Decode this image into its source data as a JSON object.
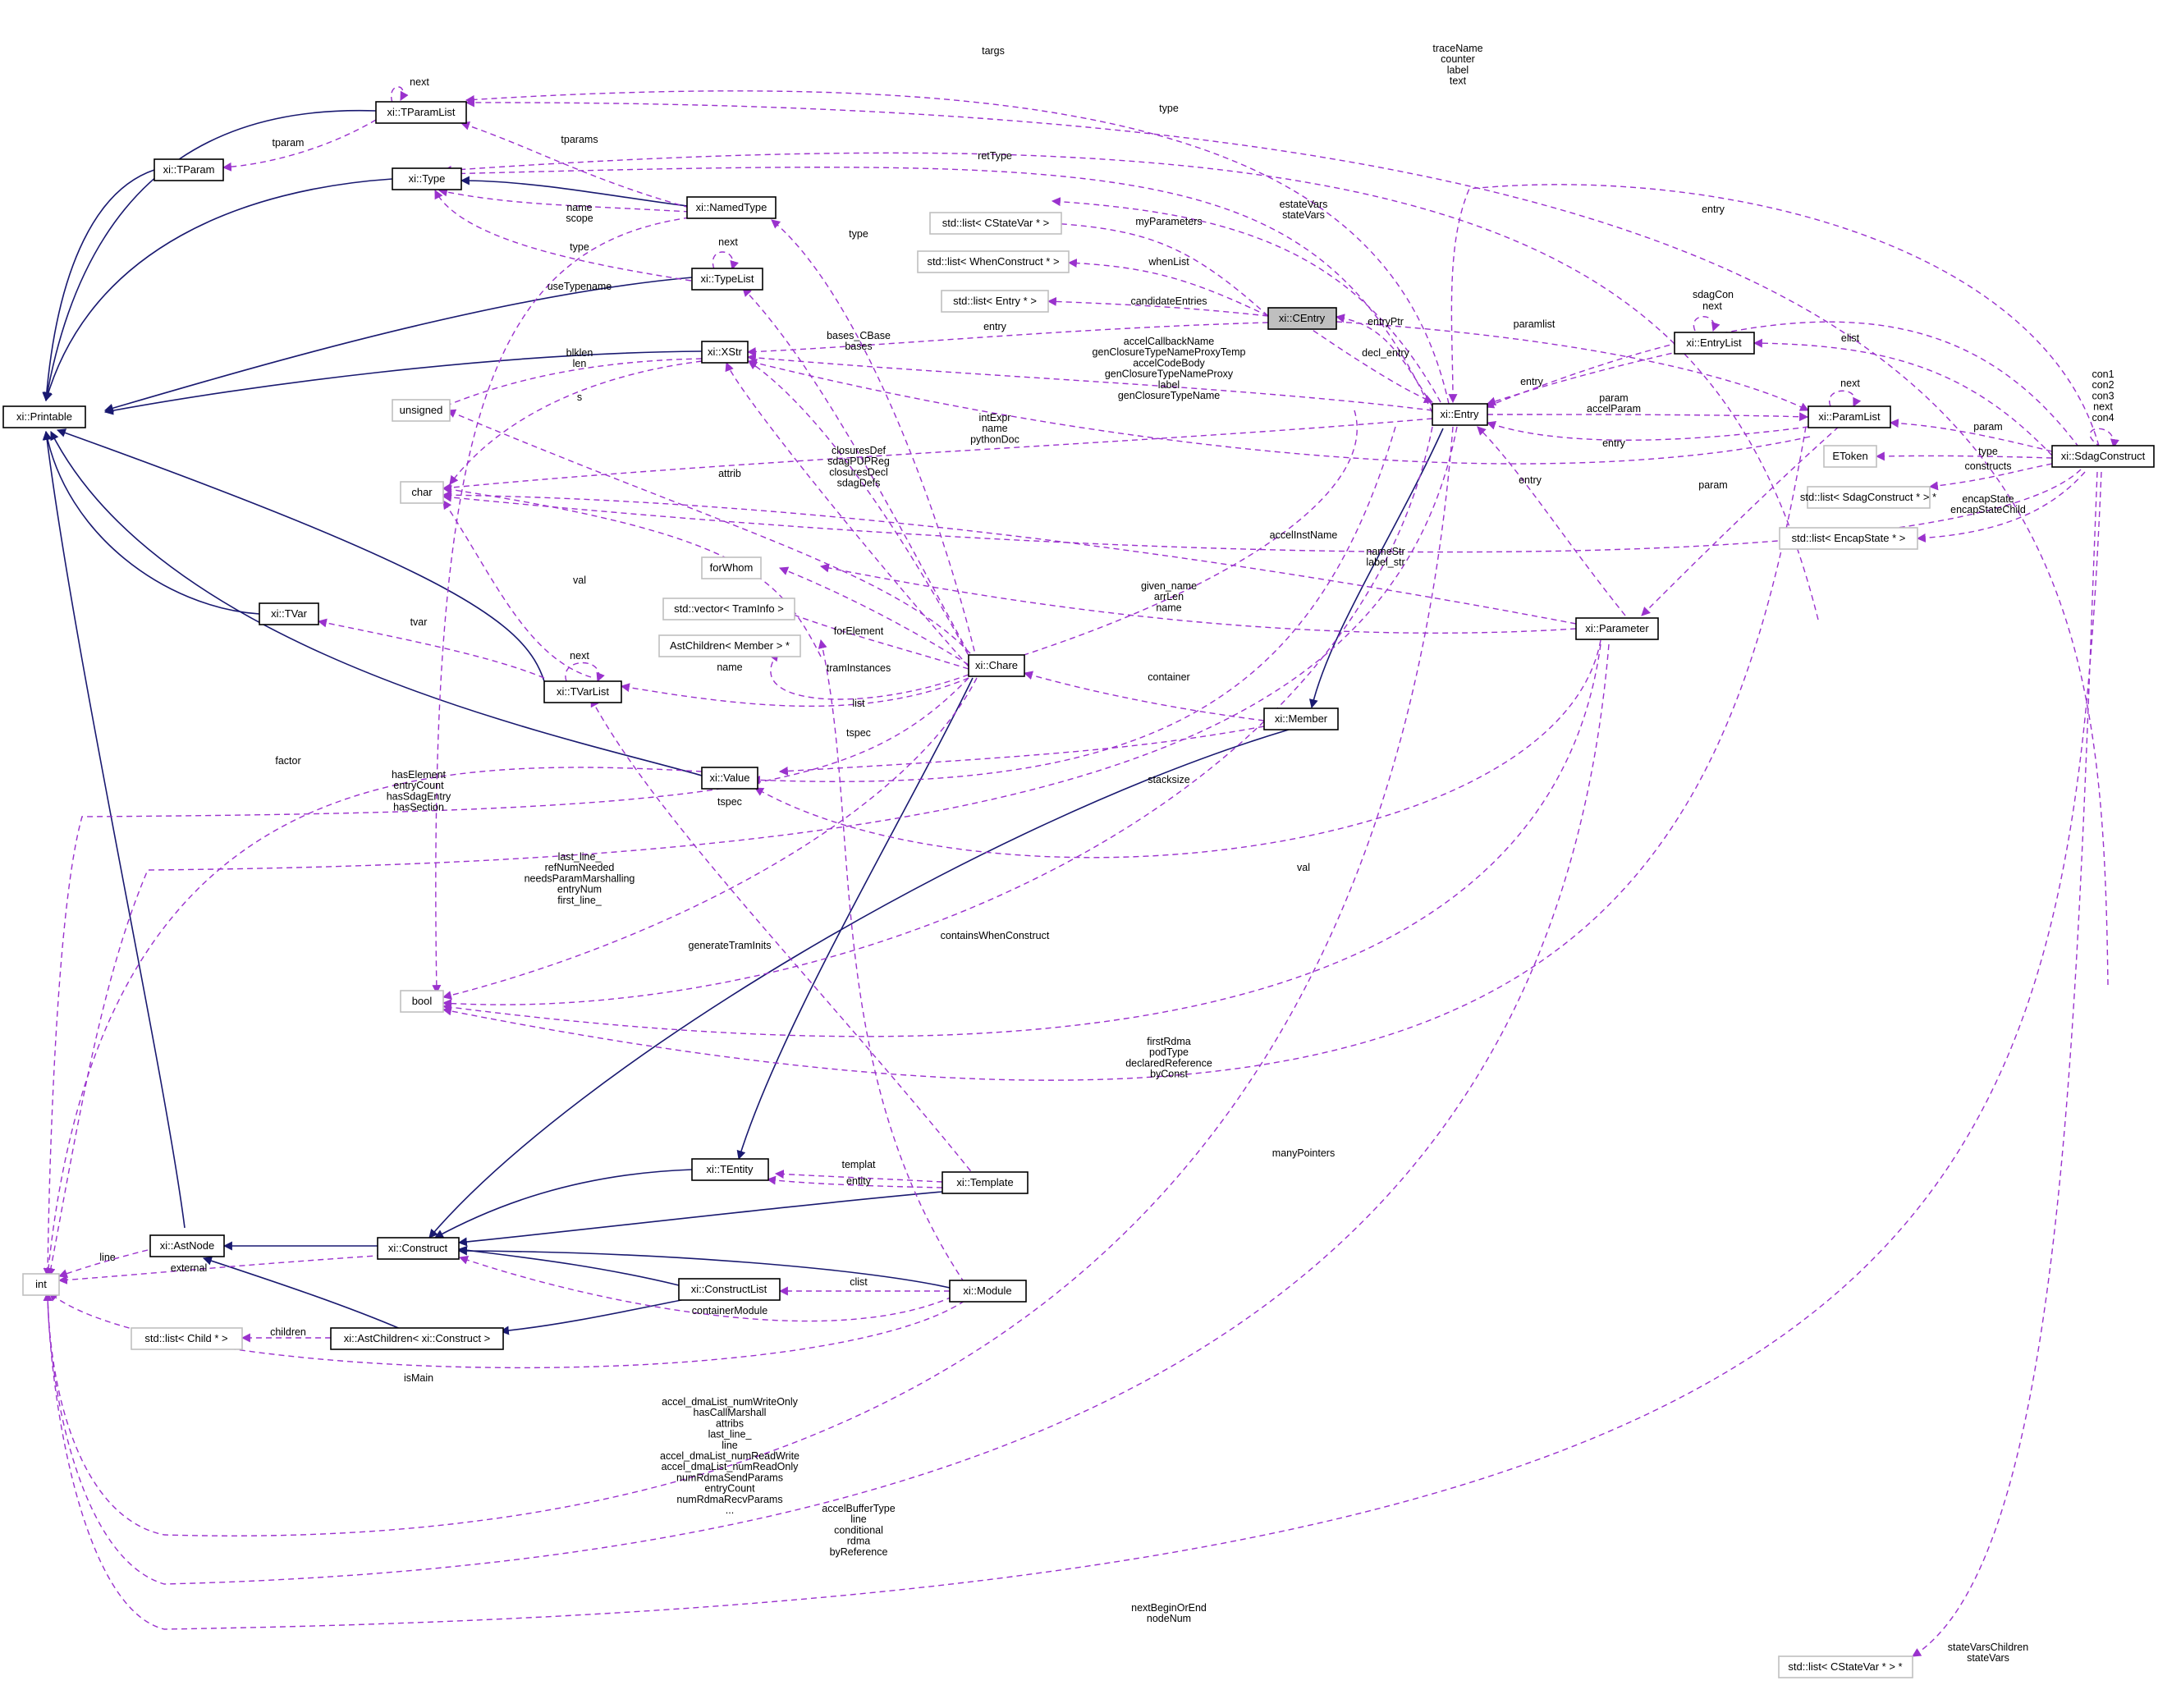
{
  "title": "xi::CEntry collaboration diagram",
  "colors": {
    "inheritance": "#191970",
    "usage": "#9a32cd",
    "highlight": "#bfbfbf",
    "background": "#ffffff"
  },
  "nodes": {
    "xi_TParamList": "xi::TParamList",
    "xi_TParam": "xi::TParam",
    "xi_Type": "xi::Type",
    "xi_NamedType": "xi::NamedType",
    "xi_TypeList": "xi::TypeList",
    "xi_XStr": "xi::XStr",
    "xi_Printable": "xi::Printable",
    "unsigned": "unsigned",
    "char": "char",
    "forWhom": "forWhom",
    "vector_TramInfo": "std::vector< TramInfo >",
    "AstChildren_Member": "AstChildren< Member > *",
    "xi_TVar": "xi::TVar",
    "xi_TVarList": "xi::TVarList",
    "xi_Chare": "xi::Chare",
    "xi_Value": "xi::Value",
    "bool": "bool",
    "list_CStateVar": "std::list< CStateVar * >",
    "list_WhenConstruct": "std::list< WhenConstruct * >",
    "list_Entry": "std::list< Entry * >",
    "xi_CEntry": "xi::CEntry",
    "xi_Entry": "xi::Entry",
    "xi_Member": "xi::Member",
    "xi_EntryList": "xi::EntryList",
    "xi_ParamList": "xi::ParamList",
    "EToken": "EToken",
    "list_SdagConstruct": "std::list< SdagConstruct * > *",
    "list_EncapState": "std::list< EncapState * >",
    "xi_SdagConstruct": "xi::SdagConstruct",
    "xi_Parameter": "xi::Parameter",
    "xi_TEntity": "xi::TEntity",
    "xi_Template": "xi::Template",
    "xi_AstNode": "xi::AstNode",
    "xi_Construct": "xi::Construct",
    "xi_ConstructList": "xi::ConstructList",
    "xi_Module": "xi::Module",
    "int": "int",
    "list_Child": "std::list< Child * >",
    "AstChildren_Construct": "xi::AstChildren< xi::Construct >",
    "list_CStateVar_ptr": "std::list< CStateVar * > *"
  },
  "labels": {
    "targs": [
      "targs"
    ],
    "tparamlist_next": [
      "next"
    ],
    "tparam": [
      "tparam"
    ],
    "tparams": [
      "tparams"
    ],
    "type_top": [
      "type"
    ],
    "retType": [
      "retType"
    ],
    "name_scope": [
      "name",
      "scope"
    ],
    "type_namedtype": [
      "type"
    ],
    "type_typelist": [
      "type"
    ],
    "typelist_next": [
      "next"
    ],
    "useTypename": [
      "useTypename"
    ],
    "blklen_len": [
      "blklen",
      "len"
    ],
    "s": [
      "s"
    ],
    "bases": [
      "bases_CBase",
      "bases"
    ],
    "entry_xstr": [
      "entry"
    ],
    "attrib": [
      "attrib"
    ],
    "closures": [
      "closuresDef",
      "sdagPUPReg",
      "closuresDecl",
      "sdagDefs"
    ],
    "intExpr": [
      "intExpr",
      "name",
      "pythonDoc"
    ],
    "accel": [
      "accelCallbackName",
      "genClosureTypeNameProxyTemp",
      "accelCodeBody",
      "genClosureTypeNameProxy",
      "label",
      "genClosureTypeName"
    ],
    "myParameters": [
      "myParameters"
    ],
    "whenList": [
      "whenList"
    ],
    "candidateEntries": [
      "candidateEntries"
    ],
    "estateVars": [
      "estateVars",
      "stateVars"
    ],
    "entryPtr": [
      "entryPtr"
    ],
    "decl_entry": [
      "decl_entry"
    ],
    "paramlist": [
      "paramlist"
    ],
    "entry_top": [
      "entry"
    ],
    "traceName": [
      "traceName",
      "counter",
      "label",
      "text"
    ],
    "sdagCon": [
      "sdagCon"
    ],
    "entrylist_next": [
      "next"
    ],
    "elist": [
      "elist"
    ],
    "entry_entrylist": [
      "entry"
    ],
    "param_accelParam": [
      "param",
      "accelParam"
    ],
    "entry_paramlist": [
      "entry"
    ],
    "paramlist_next": [
      "next"
    ],
    "param_sdag": [
      "param"
    ],
    "type_etoken": [
      "type"
    ],
    "constructs": [
      "constructs"
    ],
    "encapState": [
      "encapState",
      "encapStateChild"
    ],
    "con": [
      "con1",
      "con2",
      "con3",
      "next",
      "con4"
    ],
    "param_parameter": [
      "param"
    ],
    "entry_parameter": [
      "entry"
    ],
    "accelInstName": [
      "accelInstName"
    ],
    "nameStr": [
      "nameStr",
      "label_str"
    ],
    "given_name": [
      "given_name",
      "arrLen",
      "name"
    ],
    "val_value": [
      "val"
    ],
    "forElement": [
      "forElement"
    ],
    "tvar": [
      "tvar"
    ],
    "tvarlist_next": [
      "next"
    ],
    "tramInstances": [
      "tramInstances"
    ],
    "name_member": [
      "name"
    ],
    "list_label": [
      "list"
    ],
    "tspec_chare": [
      "tspec"
    ],
    "container": [
      "container"
    ],
    "factor": [
      "factor"
    ],
    "hasElement": [
      "hasElement",
      "entryCount",
      "hasSdagEntry",
      "hasSection"
    ],
    "tspec_value": [
      "tspec"
    ],
    "stacksize": [
      "stacksize"
    ],
    "last_line": [
      "last_line_",
      "refNumNeeded",
      "needsParamMarshalling",
      "entryNum",
      "first_line_"
    ],
    "val_param": [
      "val"
    ],
    "generateTramInits": [
      "generateTramInits"
    ],
    "containsWhenConstruct": [
      "containsWhenConstruct"
    ],
    "firstRdma": [
      "firstRdma",
      "podType",
      "declaredReference",
      "byConst"
    ],
    "manyPointers": [
      "manyPointers"
    ],
    "templat": [
      "templat"
    ],
    "entity": [
      "entity"
    ],
    "line": [
      "line"
    ],
    "external": [
      "external"
    ],
    "clist": [
      "clist"
    ],
    "containerModule": [
      "containerModule"
    ],
    "children": [
      "children"
    ],
    "isMain": [
      "isMain"
    ],
    "accel_dma": [
      "accel_dmaList_numWriteOnly",
      "hasCallMarshall",
      "attribs",
      "last_line_",
      "line",
      "accel_dmaList_numReadWrite",
      "accel_dmaList_numReadOnly",
      "numRdmaSendParams",
      "entryCount",
      "numRdmaRecvParams",
      "..."
    ],
    "accelBufferType": [
      "accelBufferType",
      "line",
      "conditional",
      "rdma",
      "byReference"
    ],
    "nextBeginOrEnd": [
      "nextBeginOrEnd",
      "nodeNum"
    ],
    "stateVarsChildren": [
      "stateVarsChildren",
      "stateVars"
    ]
  }
}
